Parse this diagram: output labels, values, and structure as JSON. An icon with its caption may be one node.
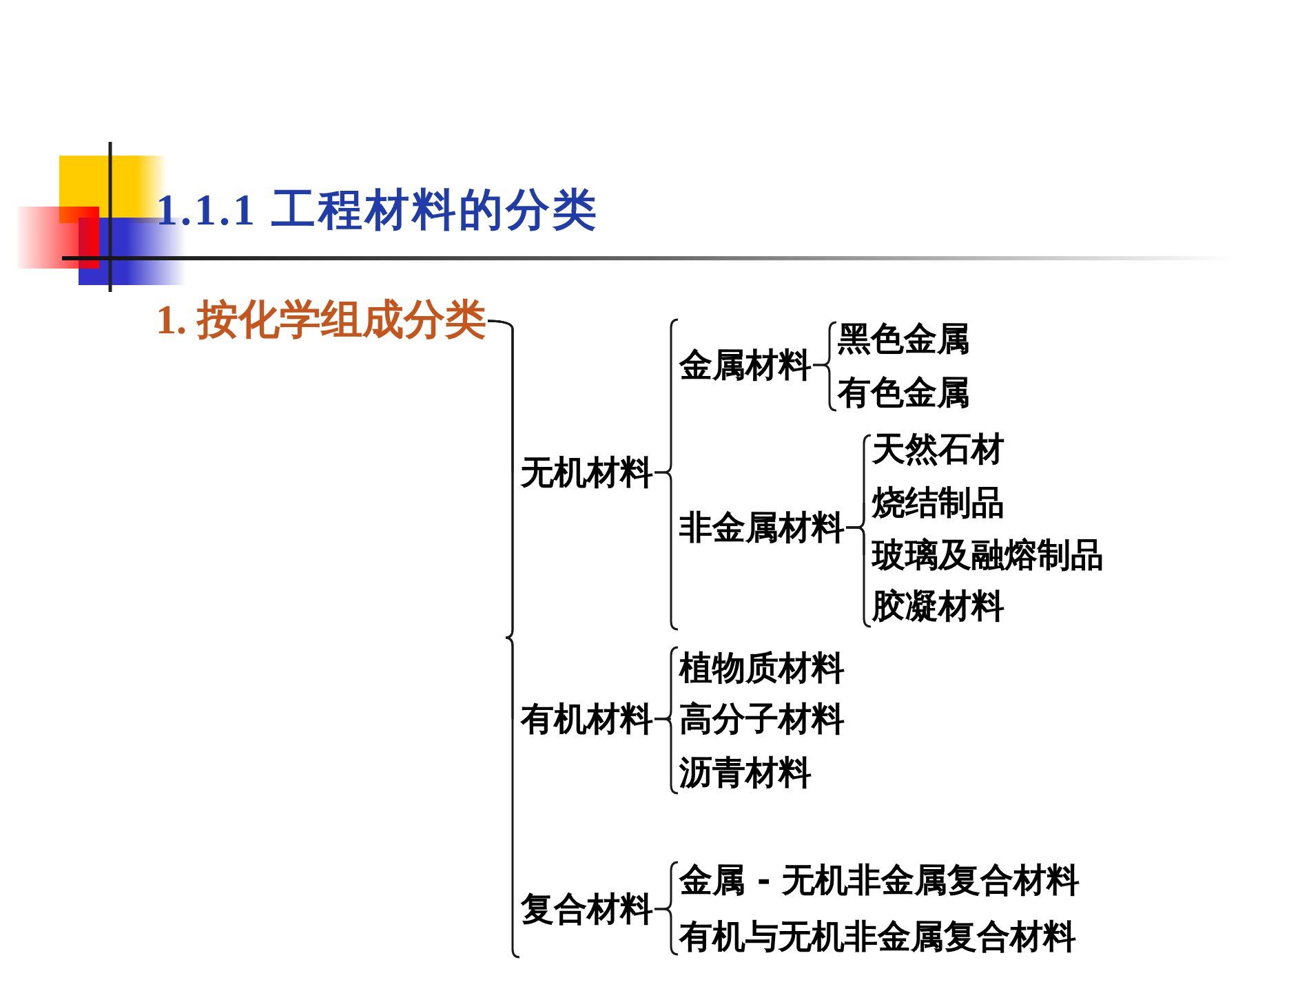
{
  "diagram": {
    "title": "1.1.1 工程材料的分类",
    "nodes": [
      {
        "text": [
          "1. 按化学组成分类"
        ]
      },
      {
        "text": [
          "无机材料"
        ]
      },
      {
        "text": [
          "金属材料"
        ]
      },
      {
        "text": [
          "黑色金属"
        ]
      },
      {
        "text": [
          "有色金属"
        ]
      },
      {
        "text": [
          "非金属材料"
        ]
      },
      {
        "text": [
          "天然石材"
        ]
      },
      {
        "text": [
          "烧结制品"
        ]
      },
      {
        "text": [
          "玻璃及融熔制品"
        ]
      },
      {
        "text": [
          "胶凝材料"
        ]
      },
      {
        "text": [
          "有机材料"
        ]
      },
      {
        "text": [
          "植物质材料"
        ]
      },
      {
        "text": [
          "高分子材料"
        ]
      },
      {
        "text": [
          "沥青材料"
        ]
      },
      {
        "text": [
          "复合材料"
        ]
      },
      {
        "text": [
          "金属 - 无机非金属复合材料"
        ]
      },
      {
        "text": [
          "有机与无机非金属复合材料"
        ]
      }
    ],
    "edges": [
      {
        "from": 0,
        "to": 1,
        "arrow": "none"
      },
      {
        "from": 0,
        "to": 10,
        "arrow": "none"
      },
      {
        "from": 0,
        "to": 14,
        "arrow": "none"
      },
      {
        "from": 1,
        "to": 2,
        "arrow": "none"
      },
      {
        "from": 1,
        "to": 5,
        "arrow": "none"
      },
      {
        "from": 2,
        "to": 3,
        "arrow": "none"
      },
      {
        "from": 2,
        "to": 4,
        "arrow": "none"
      },
      {
        "from": 5,
        "to": 6,
        "arrow": "none"
      },
      {
        "from": 5,
        "to": 7,
        "arrow": "none"
      },
      {
        "from": 5,
        "to": 8,
        "arrow": "none"
      },
      {
        "from": 5,
        "to": 9,
        "arrow": "none"
      },
      {
        "from": 10,
        "to": 11,
        "arrow": "none"
      },
      {
        "from": 10,
        "to": 12,
        "arrow": "none"
      },
      {
        "from": 10,
        "to": 13,
        "arrow": "none"
      },
      {
        "from": 14,
        "to": 15,
        "arrow": "none"
      },
      {
        "from": 14,
        "to": 16,
        "arrow": "none"
      }
    ]
  }
}
